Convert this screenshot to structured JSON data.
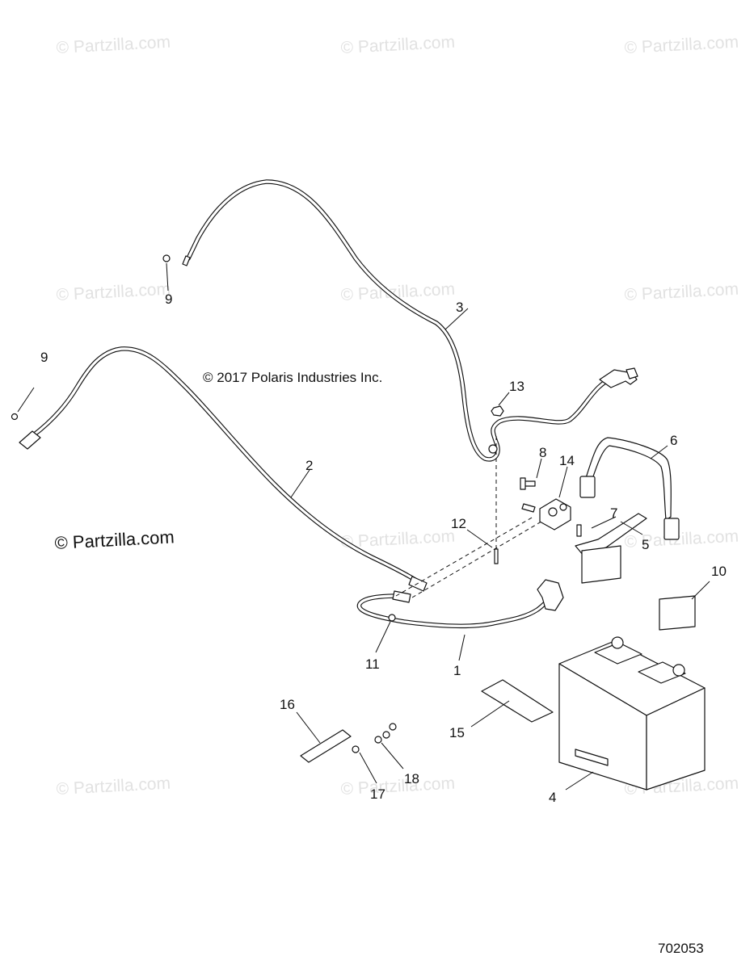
{
  "watermark": {
    "text": "© Partzilla.com"
  },
  "brand_watermark": "© Partzilla.com",
  "copyright": "© 2017 Polaris Industries Inc.",
  "drawing_number": "702053",
  "callouts": [
    {
      "id": "1",
      "label": "1"
    },
    {
      "id": "2",
      "label": "2"
    },
    {
      "id": "3",
      "label": "3"
    },
    {
      "id": "4",
      "label": "4"
    },
    {
      "id": "5",
      "label": "5"
    },
    {
      "id": "6",
      "label": "6"
    },
    {
      "id": "7",
      "label": "7"
    },
    {
      "id": "8",
      "label": "8"
    },
    {
      "id": "9a",
      "label": "9"
    },
    {
      "id": "9b",
      "label": "9"
    },
    {
      "id": "10",
      "label": "10"
    },
    {
      "id": "11",
      "label": "11"
    },
    {
      "id": "12",
      "label": "12"
    },
    {
      "id": "13",
      "label": "13"
    },
    {
      "id": "14",
      "label": "14"
    },
    {
      "id": "15",
      "label": "15"
    },
    {
      "id": "16",
      "label": "16"
    },
    {
      "id": "17",
      "label": "17"
    },
    {
      "id": "18",
      "label": "18"
    }
  ]
}
